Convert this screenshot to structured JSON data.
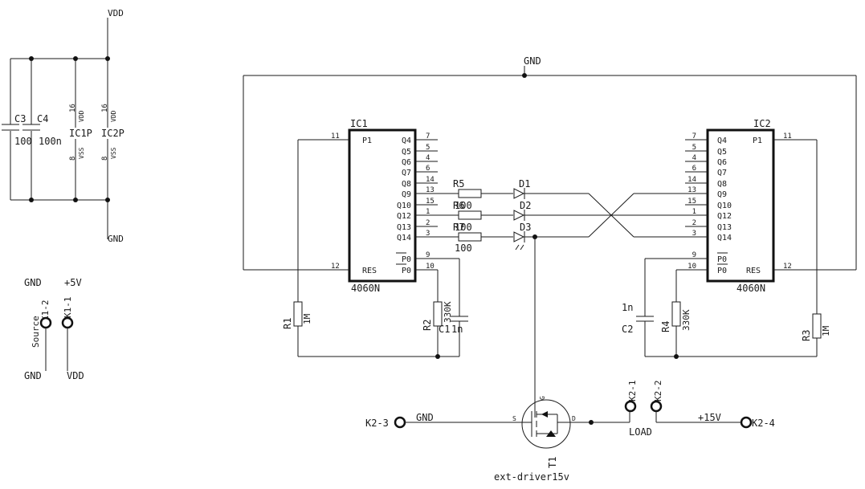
{
  "power": {
    "vdd": "VDD",
    "gnd": "GND",
    "c3": "C3",
    "c4": "C4",
    "c3_value": "100",
    "c4_value": "100n",
    "ic1p": "IC1P",
    "ic2p": "IC2P",
    "vdd_pin": "16",
    "vss_pin": "8",
    "vdd_label": "VDD",
    "vss_label": "VSS"
  },
  "source": {
    "gnd_top": "GND",
    "v5": "+5V",
    "name": "Source",
    "k1_2": "K1-2",
    "k1_1": "K1-1",
    "gnd_bottom": "GND",
    "vdd_bottom": "VDD"
  },
  "gnd_net": "GND",
  "ic1": {
    "name": "IC1",
    "part": "4060N",
    "left_pins": [
      {
        "num": "11",
        "label": "P1"
      },
      {
        "num": "12",
        "label": "RES"
      }
    ],
    "right_pins": [
      {
        "label": "Q4",
        "num": "7"
      },
      {
        "label": "Q5",
        "num": "5"
      },
      {
        "label": "Q6",
        "num": "4"
      },
      {
        "label": "Q7",
        "num": "6"
      },
      {
        "label": "Q8",
        "num": "14"
      },
      {
        "label": "Q9",
        "num": "13"
      },
      {
        "label": "Q10",
        "num": "15"
      },
      {
        "label": "Q12",
        "num": "1"
      },
      {
        "label": "Q13",
        "num": "2"
      },
      {
        "label": "Q14",
        "num": "3"
      },
      {
        "label": "P0",
        "num": "9"
      },
      {
        "label": "P0",
        "num": "10"
      }
    ]
  },
  "ic2": {
    "name": "IC2",
    "part": "4060N",
    "right_pins": [
      {
        "num": "11",
        "label": "P1"
      },
      {
        "num": "12",
        "label": "RES"
      }
    ],
    "left_pins": [
      {
        "label": "Q4",
        "num": "7"
      },
      {
        "label": "Q5",
        "num": "5"
      },
      {
        "label": "Q6",
        "num": "4"
      },
      {
        "label": "Q7",
        "num": "6"
      },
      {
        "label": "Q8",
        "num": "14"
      },
      {
        "label": "Q9",
        "num": "13"
      },
      {
        "label": "Q10",
        "num": "15"
      },
      {
        "label": "Q12",
        "num": "1"
      },
      {
        "label": "Q13",
        "num": "2"
      },
      {
        "label": "Q14",
        "num": "3"
      },
      {
        "label": "P0",
        "num": "9"
      },
      {
        "label": "P0",
        "num": "10"
      }
    ]
  },
  "resistors": {
    "r5": "R5",
    "r5_value": "100",
    "r6": "R6",
    "r6_value": "100",
    "r7": "R7",
    "r7_value": "100",
    "r1": "R1",
    "r1_value": "1M",
    "r2": "R2",
    "r2_value": "330K",
    "r3": "R3",
    "r3_value": "1M",
    "r4": "R4",
    "r4_value": "330K"
  },
  "caps": {
    "c1": "C1",
    "c1_value": "1n",
    "c2": "C2",
    "c2_value": "1n"
  },
  "leds": {
    "d1": "D1",
    "d2": "D2",
    "d3": "D3"
  },
  "output": {
    "k2_3": "K2-3",
    "gnd": "GND",
    "s": "S",
    "g": "G",
    "d": "D",
    "t1": "T1",
    "t1_value": "ext-driver15v",
    "k2_1": "K2-1",
    "k2_2": "K2-2",
    "load": "LOAD",
    "v15": "+15V",
    "k2_4": "K2-4"
  }
}
